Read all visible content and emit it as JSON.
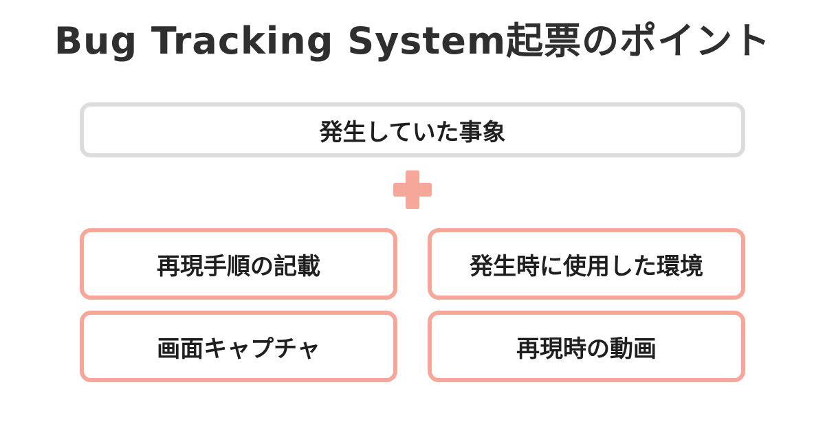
{
  "title": "Bug Tracking System起票のポイント",
  "main_item": "発生していた事象",
  "plus_icon": "plus-icon",
  "points": [
    "再現手順の記載",
    "発生時に使用した環境",
    "画面キャプチャ",
    "再現時の動画"
  ],
  "colors": {
    "accent": "#f6a79a",
    "main_border": "#dcdcdc",
    "text": "#1f1f1f"
  }
}
